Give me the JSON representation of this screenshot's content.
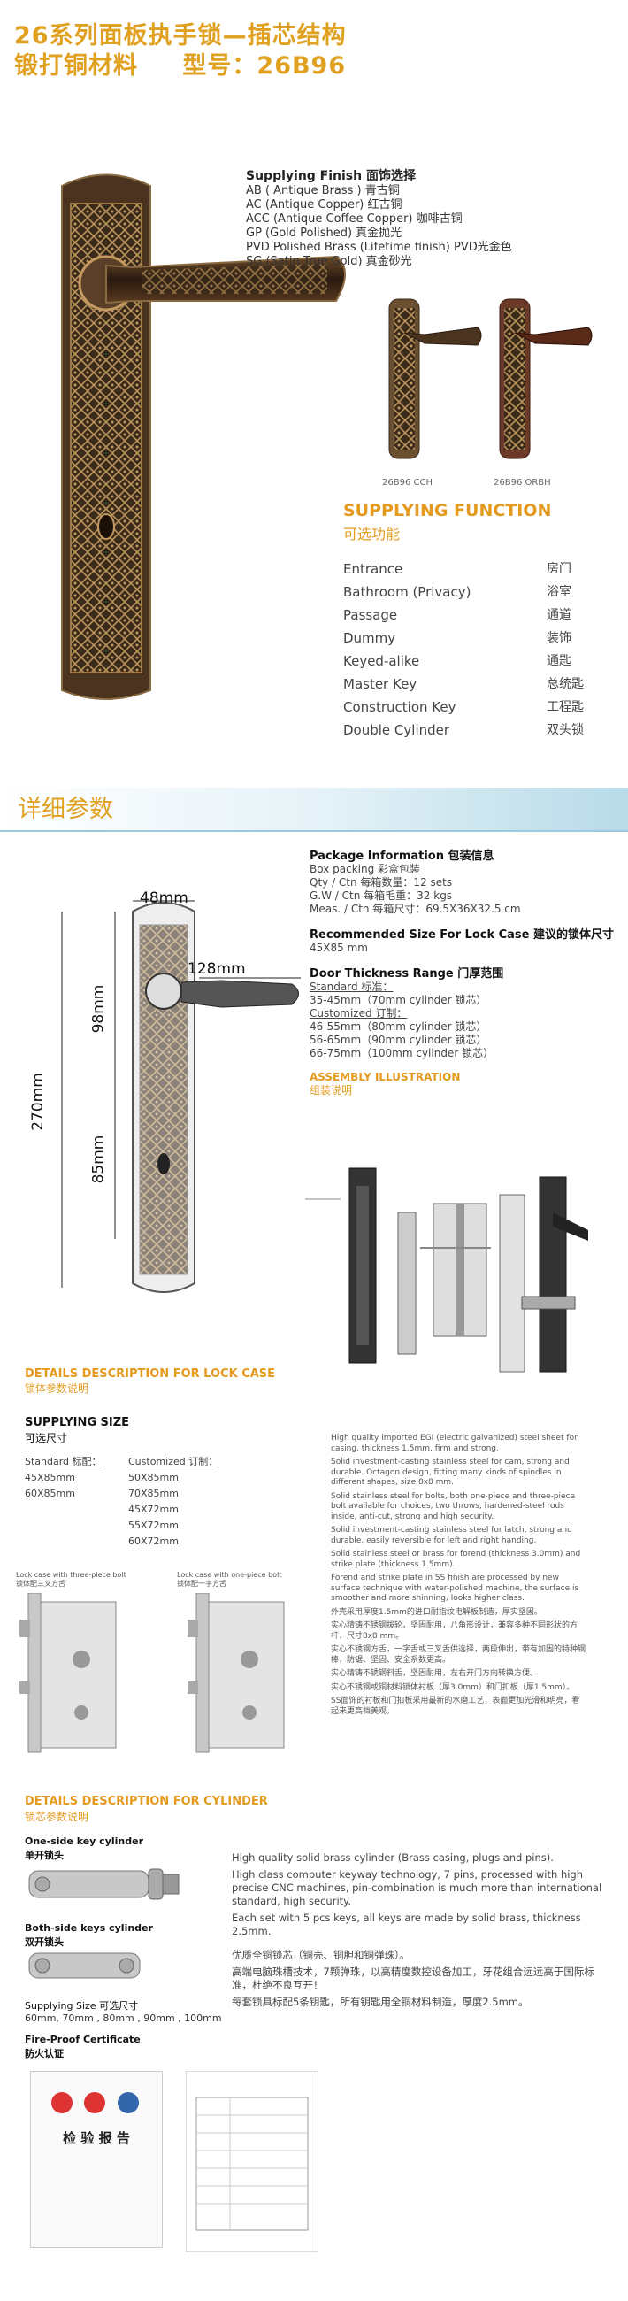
{
  "header": {
    "line1": "26系列面板执手锁—插芯结构",
    "line2": "锻打铜材料",
    "model_label": "型号：26B96"
  },
  "finish": {
    "heading": "Supplying Finish 面饰选择",
    "items": [
      "AB ( Antique Brass ) 青古铜",
      "AC (Antique Copper) 红古铜",
      "ACC (Antique Coffee Copper) 咖啡古铜",
      "GP (Gold Polished) 真金抛光",
      "PVD Polished Brass (Lifetime finish) PVD光金色",
      "SG (Satin True Gold) 真金砂光"
    ],
    "thumb_labels": [
      "26B96 CCH",
      "26B96 ORBH"
    ]
  },
  "functions": {
    "heading": "SUPPLYING FUNCTION",
    "heading_zh": "可选功能",
    "items": [
      {
        "en": "Entrance",
        "zh": "房门"
      },
      {
        "en": "Bathroom (Privacy)",
        "zh": "浴室"
      },
      {
        "en": "Passage",
        "zh": "通道"
      },
      {
        "en": "Dummy",
        "zh": "装饰"
      },
      {
        "en": "Keyed-alike",
        "zh": "通匙"
      },
      {
        "en": "Master Key",
        "zh": "总统匙"
      },
      {
        "en": "Construction Key",
        "zh": "工程匙"
      },
      {
        "en": "Double Cylinder",
        "zh": "双头锁"
      }
    ]
  },
  "details": {
    "title": "详细参数",
    "dims": {
      "width": "48mm",
      "top": "98mm",
      "bottom": "85mm",
      "total": "270mm",
      "handle": "128mm"
    }
  },
  "package": {
    "heading": "Package  Information 包装信息",
    "lines": [
      "Box packing 彩盒包装",
      "Qty / Ctn 每箱数量：12 sets",
      "G.W / Ctn 每箱毛重：32 kgs",
      "Meas. / Ctn 每箱尺寸：69.5X36X32.5 cm"
    ],
    "case_heading": "Recommended Size For Lock Case  建议的锁体尺寸",
    "case_value": "45X85 mm",
    "door_heading": "Door Thickness Range 门厚范围",
    "standard_label": "Standard 标准：",
    "standard_lines": [
      "35-45mm（70mm cylinder 锁芯）"
    ],
    "custom_label": "Customized 订制：",
    "custom_lines": [
      "46-55mm（80mm cylinder 锁芯）",
      "56-65mm（90mm cylinder 锁芯）",
      "66-75mm（100mm cylinder 锁芯）"
    ]
  },
  "assembly": {
    "heading": "ASSEMBLY ILLUSTRATION",
    "heading_zh": "组装说明"
  },
  "lockcase": {
    "heading": "DETAILS DESCRIPTION FOR LOCK CASE",
    "heading_zh": "锁体参数说明",
    "size_heading": "SUPPLYING SIZE",
    "size_heading_zh": "可选尺寸",
    "standard_label": "Standard 标配：",
    "standard_sizes": [
      "45X85mm",
      "60X85mm"
    ],
    "custom_label": "Customized 订制：",
    "custom_sizes": [
      "50X85mm",
      "70X85mm",
      "45X72mm",
      "55X72mm",
      "60X72mm"
    ],
    "caption1": "Lock case with three-piece bolt\n锁体配三叉方舌",
    "caption2": "Lock case with one-piece bolt\n锁体配一字方舌",
    "notes": [
      "High quality imported EGI (electric galvanized) steel sheet for casing, thickness 1.5mm, firm and strong.",
      "Solid investment-casting stainless steel for cam, strong and durable. Octagon design, fitting many kinds of spindles in different shapes, size 8x8 mm.",
      "Solid stainless steel for bolts, both one-piece and three-piece bolt available for choices, two throws, hardened-steel rods inside, anti-cut, strong and high security.",
      "Solid investment-casting stainless steel for latch, strong and durable, easily reversible for left and right handing.",
      "Solid stainless steel or brass for forend (thickness 3.0mm) and strike plate (thickness 1.5mm).",
      "Forend and strike plate in SS finish are processed by new surface technique with water-polished machine, the surface is smoother and more shinning, looks higher class.",
      "外壳采用厚度1.5mm的进口耐指纹电解板制造，厚实坚固。",
      "实心精铸不锈钢拔轮，坚固耐用，八角形设计，兼容多种不同形状的方杆，尺寸8x8 mm。",
      "实心不锈钢方舌，一字舌或三叉舌供选择，两段伸出，带有加固的特种钢棒，防锯、坚固、安全系数更高。",
      "实心精铸不锈钢斜舌，坚固耐用，左右开门方向转换方便。",
      "实心不锈钢或铜材料锁体衬板（厚3.0mm）和门扣板（厚1.5mm）。",
      "SS面饰的衬板和门扣板采用最新的水磨工艺，表面更加光滑和明亮，看起来更高档美观。"
    ]
  },
  "cylinder": {
    "heading": "DETAILS DESCRIPTION FOR CYLINDER",
    "heading_zh": "锁芯参数说明",
    "one_side": "One-side key cylinder",
    "one_side_zh": "单开锁头",
    "both_side": "Both-side keys cylinder",
    "both_side_zh": "双开锁头",
    "size_label": "Supplying Size 可选尺寸",
    "sizes": "60mm, 70mm , 80mm , 90mm , 100mm",
    "notes": [
      "High quality solid brass cylinder (Brass casing, plugs and pins).",
      "High class computer keyway technology, 7 pins, processed with high precise CNC machines, pin-combination is much more than international standard, high security.",
      "Each set with 5 pcs keys, all keys are made by solid brass, thickness 2.5mm.",
      "优质全铜锁芯（铜壳、铜胆和铜弹珠）。",
      "高端电脑珠槽技术，7颗弹珠，以高精度数控设备加工，牙花组合远远高于国际标准，杜绝不良互开！",
      "每套锁具标配5条钥匙，所有钥匙用全铜材料制造，厚度2.5mm。"
    ]
  },
  "certificate": {
    "heading": "Fire-Proof Certificate",
    "heading_zh": "防火认证",
    "doc_title": "检 验 报 告"
  },
  "colors": {
    "accent": "#e0a020",
    "bronze": "#4a3420",
    "copper": "#6b3a28"
  }
}
